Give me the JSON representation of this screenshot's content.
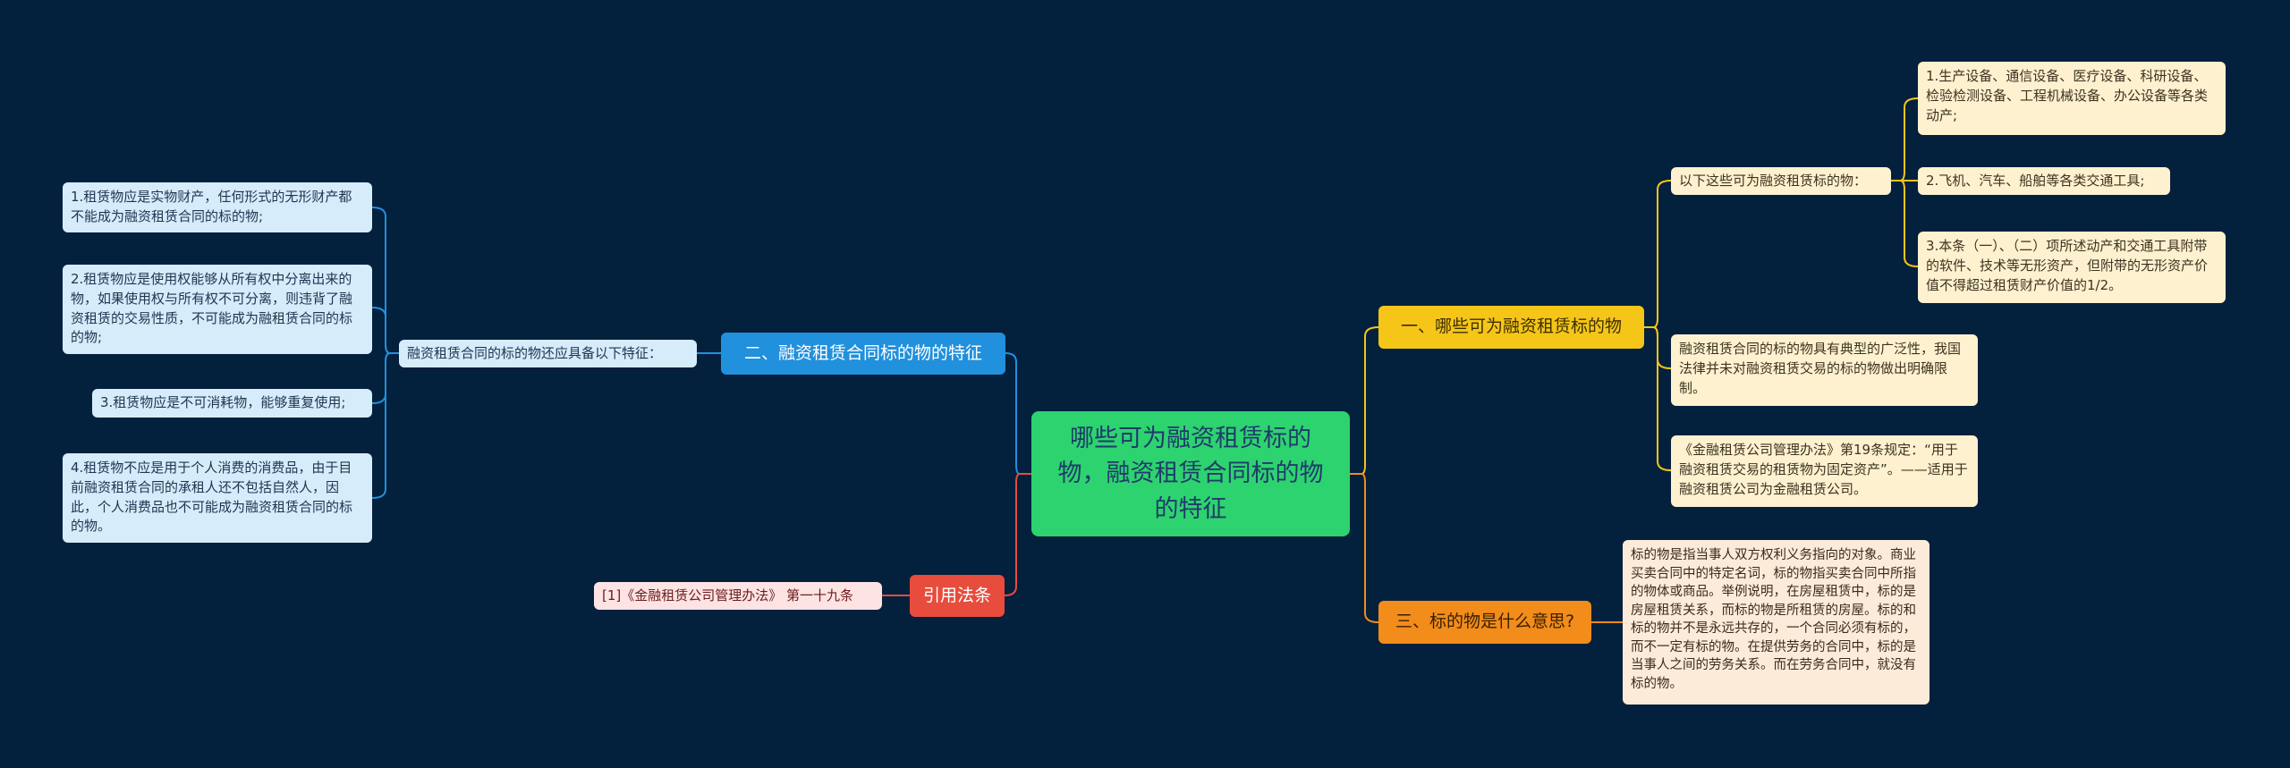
{
  "center": {
    "text": "哪些可为融资租赁标的物，融资租赁合同标的物的特征"
  },
  "right": {
    "branch1": {
      "label": "一、哪些可为融资租赁标的物",
      "sub_intro": "以下这些可为融资租赁标的物：",
      "items": [
        "1.生产设备、通信设备、医疗设备、科研设备、检验检测设备、工程机械设备、办公设备等各类动产;",
        "2.飞机、汽车、船舶等各类交通工具;",
        "3.本条（一）、（二）项所述动产和交通工具附带的软件、技术等无形资产，但附带的无形资产价值不得超过租赁财产价值的1/2。"
      ],
      "note1": "融资租赁合同的标的物具有典型的广泛性，我国法律并未对融资租赁交易的标的物做出明确限制。",
      "note2": "《金融租赁公司管理办法》第19条规定：“用于融资租赁交易的租赁物为固定资产”。——适用于融资租赁公司为金融租赁公司。"
    },
    "branch3": {
      "label": "三、标的物是什么意思?",
      "text": "标的物是指当事人双方权利义务指向的对象。商业买卖合同中的特定名词，标的物指买卖合同中所指的物体或商品。举例说明，在房屋租赁中，标的是房屋租赁关系，而标的物是所租赁的房屋。标的和标的物并不是永远共存的，一个合同必须有标的，而不一定有标的物。在提供劳务的合同中，标的是当事人之间的劳务关系。而在劳务合同中，就没有标的物。"
    }
  },
  "left": {
    "branch2": {
      "label": "二、融资租赁合同标的物的特征",
      "sub_intro": "融资租赁合同的标的物还应具备以下特征：",
      "items": [
        "1.租赁物应是实物财产，任何形式的无形财产都不能成为融资租赁合同的标的物;",
        "2.租赁物应是使用权能够从所有权中分离出来的物，如果使用权与所有权不可分离，则违背了融资租赁的交易性质，不可能成为融租赁合同的标的物;",
        "3.租赁物应是不可消耗物，能够重复使用;",
        "4.租赁物不应是用于个人消费的消费品，由于目前融资租赁合同的承租人还不包括自然人，因此，个人消费品也不可能成为融资租赁合同的标的物。"
      ]
    },
    "cite": {
      "label": "引用法条",
      "item": "[1]《金融租赁公司管理办法》 第一十九条"
    }
  },
  "colors": {
    "background": "#03203d",
    "center": "#2dd36f",
    "branch1": "#f5c518",
    "branch2": "#2190dd",
    "branch3": "#f28c1a",
    "cite": "#e74c3c"
  }
}
